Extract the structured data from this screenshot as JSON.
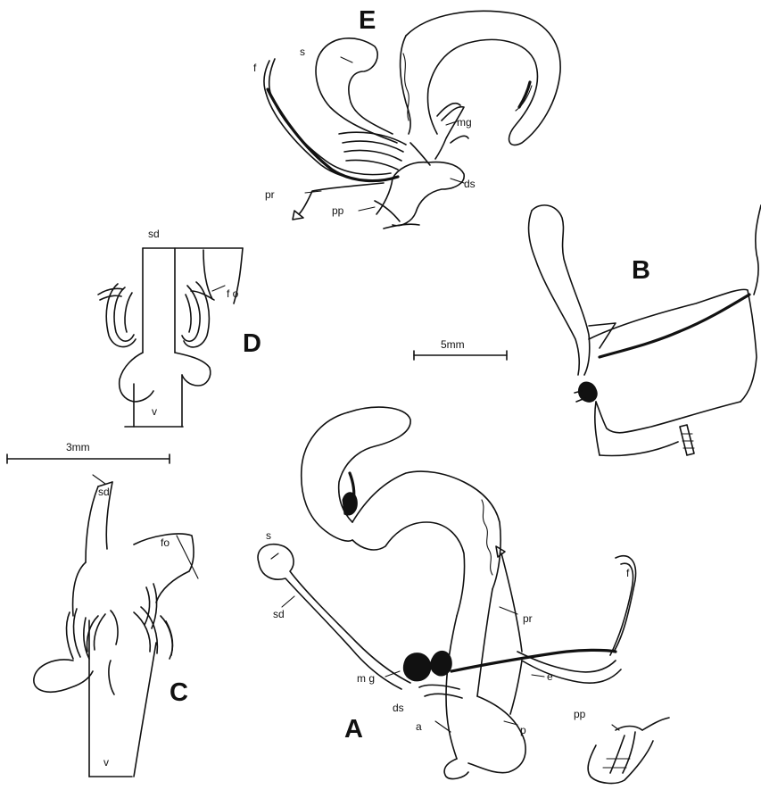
{
  "panels": {
    "A": "A",
    "B": "B",
    "C": "C",
    "D": "D",
    "E": "E"
  },
  "labels": {
    "E": {
      "f": "f",
      "s": "s",
      "mg": "mg",
      "pr": "pr",
      "pp": "pp",
      "ds": "ds"
    },
    "D": {
      "sd": "sd",
      "fo": "f o",
      "v": "v"
    },
    "C": {
      "sd": "sd",
      "fo": "fo",
      "v": "v"
    },
    "A": {
      "s": "s",
      "sd": "sd",
      "f": "f",
      "pr": "pr",
      "mg": "m g",
      "ds": "ds",
      "e": "e",
      "a": "a",
      "p": "p",
      "pp": "pp"
    }
  },
  "scale_bars": {
    "five_mm": "5mm",
    "three_mm": "3mm"
  }
}
